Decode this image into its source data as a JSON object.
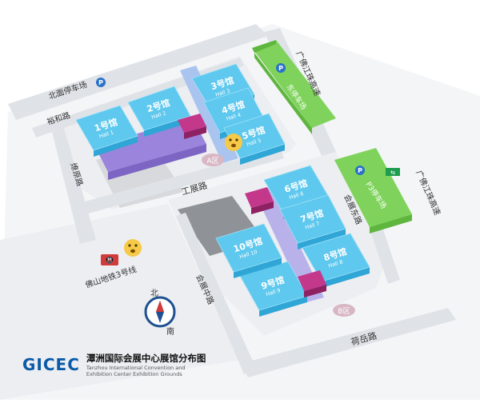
{
  "roads": {
    "north_parking_road": "北面停车场",
    "yuhe_road": "裕和路",
    "dunhuang_road": "燎原路",
    "gongzhan_road": "工展路",
    "huizhanzhong_road": "会展中路",
    "huizhandong_road": "会展东路",
    "guangzhu_expressway_top": "广佛江珠高速",
    "guangzhu_expressway_right": "广佛江珠高速",
    "heyue_road": "荷岳路",
    "metro_line": "佛山地铁3号线"
  },
  "halls": [
    {
      "id": "1",
      "cn": "1号馆",
      "en": "Hall 1"
    },
    {
      "id": "2",
      "cn": "2号馆",
      "en": "Hall 2"
    },
    {
      "id": "3",
      "cn": "3号馆",
      "en": "Hall 3"
    },
    {
      "id": "4",
      "cn": "4号馆",
      "en": "Hall 4"
    },
    {
      "id": "5",
      "cn": "5号馆",
      "en": "Hall 5"
    },
    {
      "id": "6",
      "cn": "6号馆",
      "en": "Hall 6"
    },
    {
      "id": "7",
      "cn": "7号馆",
      "en": "Hall 7"
    },
    {
      "id": "8",
      "cn": "8号馆",
      "en": "Hall 8"
    },
    {
      "id": "9",
      "cn": "9号馆",
      "en": "Hall 9"
    },
    {
      "id": "10",
      "cn": "10号馆",
      "en": "Hall 10"
    }
  ],
  "zones": {
    "a": "A区",
    "b": "B区"
  },
  "parking": {
    "east_top": "东停车场",
    "east_right": "P3停车场"
  },
  "compass": {
    "north": "北",
    "south": "南"
  },
  "brand": {
    "logo": "GICEC",
    "title_cn": "潭洲国际会展中心展馆分布图",
    "title_en_1": "Tanzhou International Convention and",
    "title_en_2": "Exhibition Center Exhibition Grounds"
  },
  "colors": {
    "hall_blue": "#5ec8ee",
    "hall_blue_dark": "#2fa6d6",
    "corridor_purple": "#9a7fd9",
    "pink_node": "#c43c8f",
    "parking_green": "#8ed86a",
    "road_grey": "#e3e6ea",
    "ground": "#f2f3f5"
  },
  "icons": [
    "parking-icon",
    "metro-icon",
    "compass-icon",
    "emoji-face-icon",
    "exit-sign-icon"
  ]
}
